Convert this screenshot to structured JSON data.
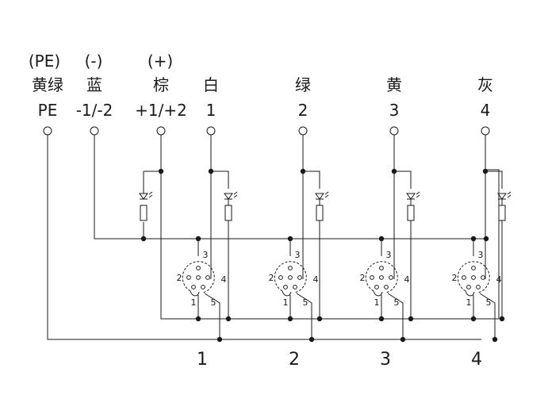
{
  "terminals": [
    {
      "polarity": "(PE)",
      "color": "黄绿",
      "label": "PE"
    },
    {
      "polarity": "(-)",
      "color": "蓝",
      "label": "-1/-2"
    },
    {
      "polarity": "(+)",
      "color": "棕",
      "label": "+1/+2"
    },
    {
      "polarity": "",
      "color": "白",
      "label": "1"
    },
    {
      "polarity": "",
      "color": "绿",
      "label": "2"
    },
    {
      "polarity": "",
      "color": "黄",
      "label": "3"
    },
    {
      "polarity": "",
      "color": "灰",
      "label": "4"
    }
  ],
  "connectors": [
    {
      "pins": [
        "1",
        "2",
        "3",
        "4",
        "5"
      ],
      "port": "1"
    },
    {
      "pins": [
        "1",
        "2",
        "3",
        "4",
        "5"
      ],
      "port": "2"
    },
    {
      "pins": [
        "1",
        "2",
        "3",
        "4",
        "5"
      ],
      "port": "3"
    },
    {
      "pins": [
        "1",
        "2",
        "3",
        "4",
        "5"
      ],
      "port": "4"
    }
  ]
}
